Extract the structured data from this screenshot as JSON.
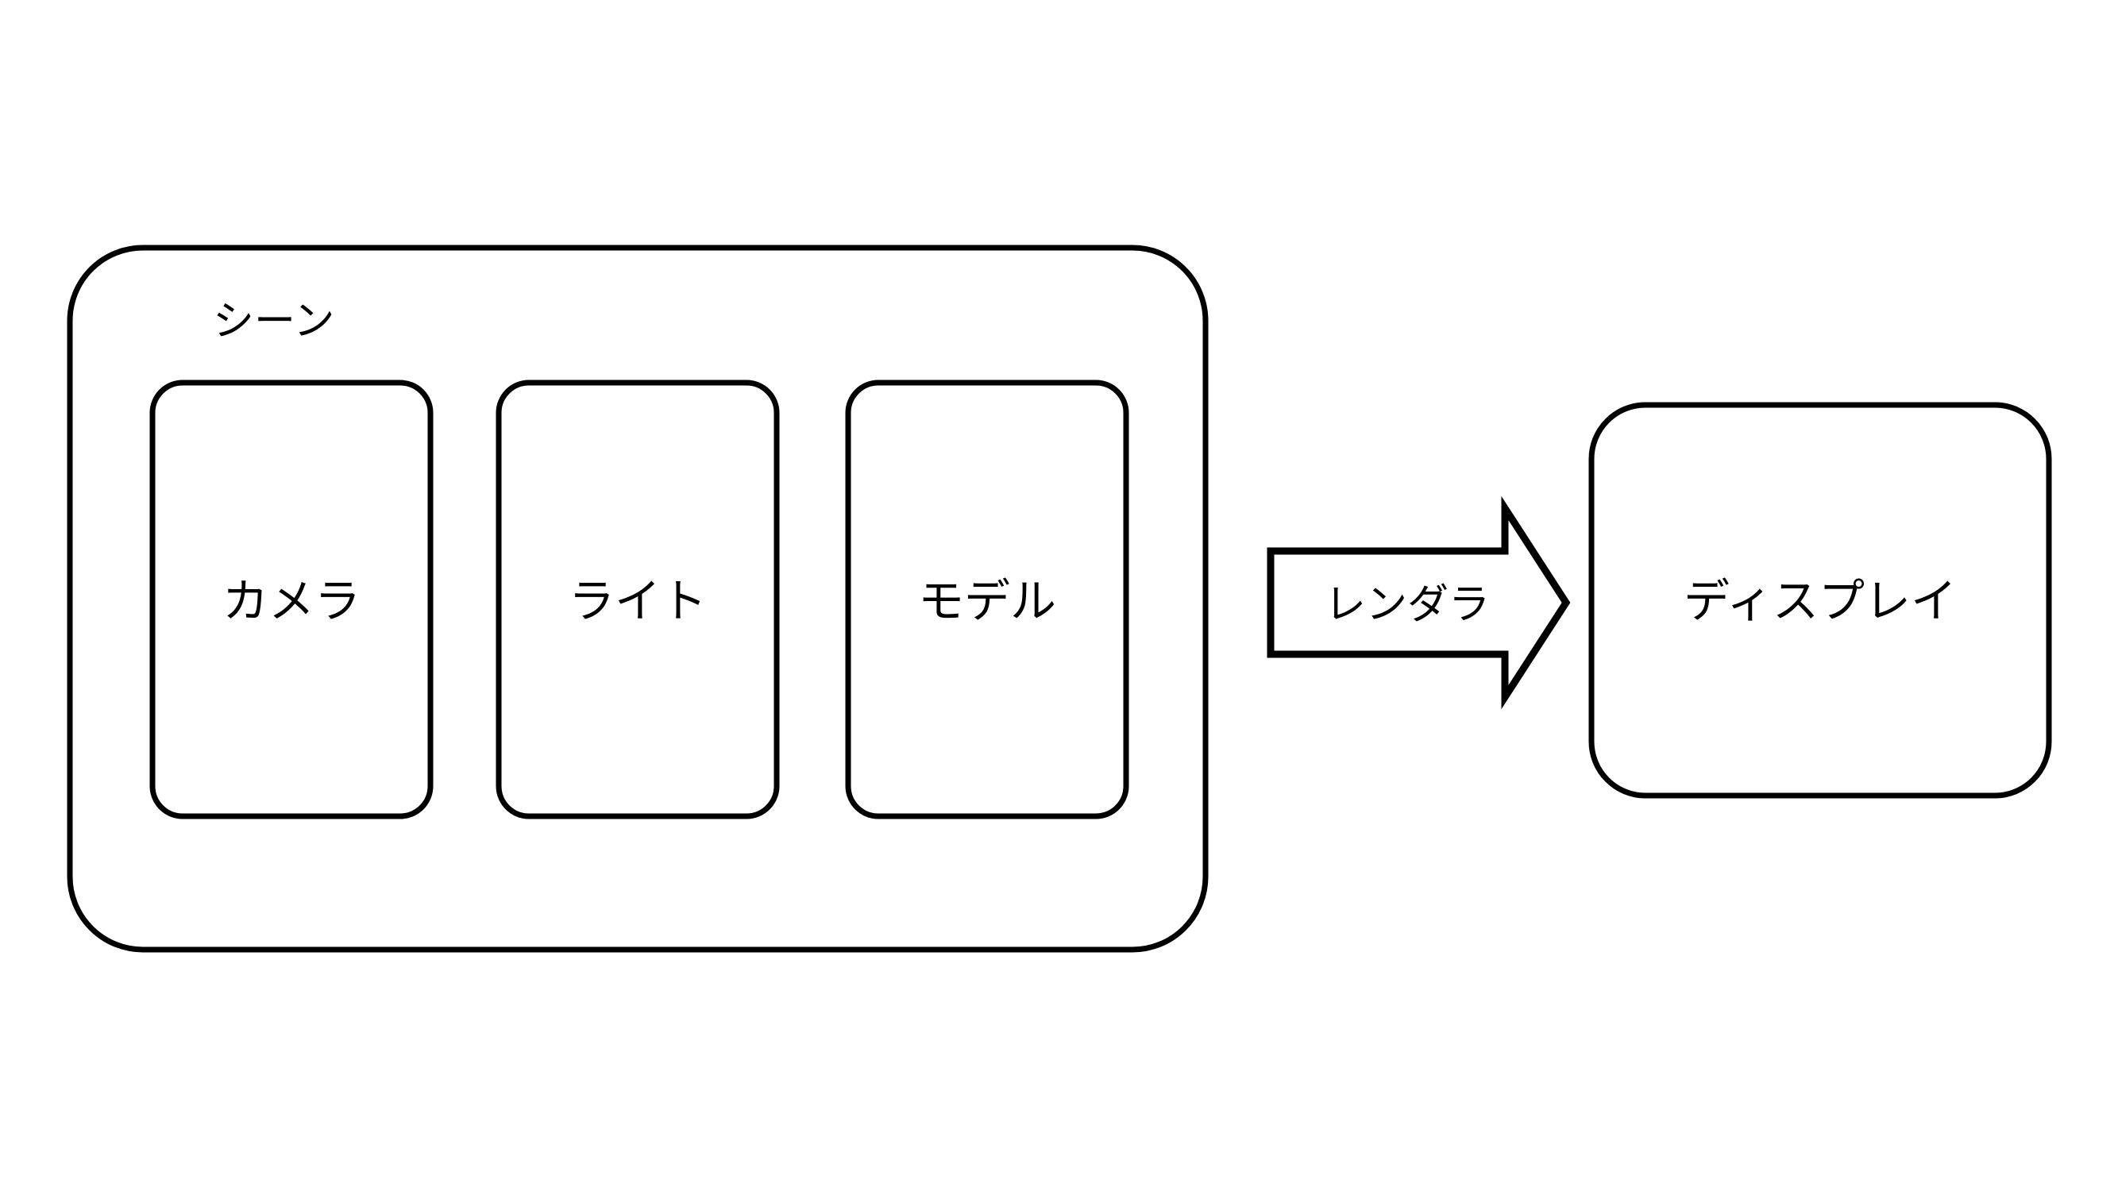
{
  "diagram": {
    "type": "block-diagram",
    "background_color": "#ffffff",
    "stroke_color": "#000000",
    "group": {
      "title": "シーン",
      "nodes": [
        {
          "label": "カメラ"
        },
        {
          "label": "ライト"
        },
        {
          "label": "モデル"
        }
      ]
    },
    "connector": {
      "label": "レンダラ",
      "direction": "right"
    },
    "output": {
      "label": "ディスプレイ"
    }
  }
}
